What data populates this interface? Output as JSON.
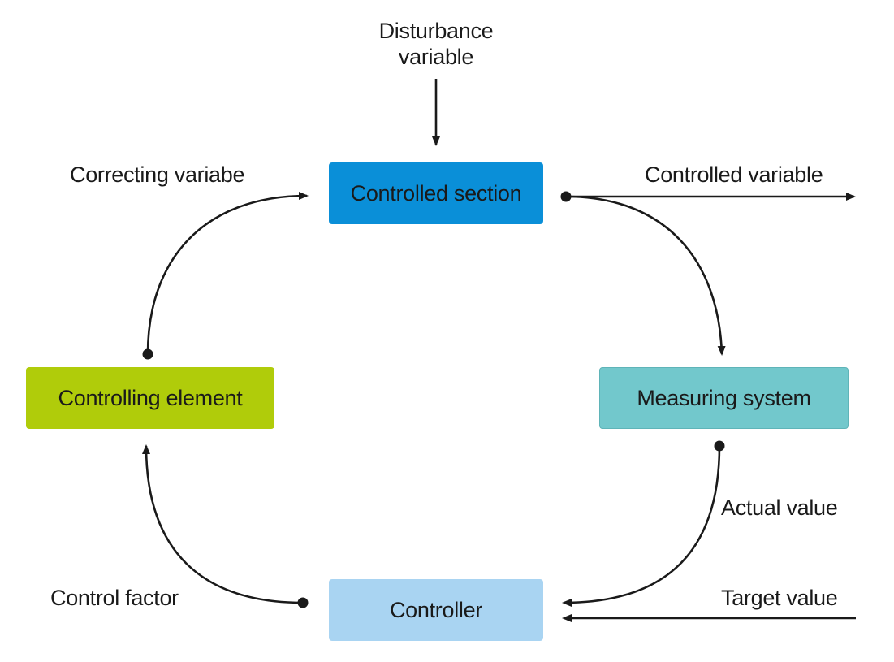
{
  "nodes": {
    "controlled_section": {
      "label": "Controlled section",
      "color": "#0a8fd8"
    },
    "controlling_element": {
      "label": "Controlling element",
      "color": "#b0cc0a"
    },
    "measuring_system": {
      "label": "Measuring system",
      "color": "#72c8cc"
    },
    "controller": {
      "label": "Controller",
      "color": "#a9d4f2"
    }
  },
  "edge_labels": {
    "disturbance": "Disturbance variable",
    "correcting": "Correcting variabe",
    "controlled_variable": "Controlled variable",
    "actual_value": "Actual value",
    "target_value": "Target value",
    "control_factor": "Control factor"
  },
  "edges": [
    {
      "from": "disturbance",
      "to": "controlled_section"
    },
    {
      "from": "controlled_section",
      "to": "controlled_variable"
    },
    {
      "from": "controlled_section",
      "to": "measuring_system"
    },
    {
      "from": "measuring_system",
      "to": "controller"
    },
    {
      "from": "target_value",
      "to": "controller"
    },
    {
      "from": "controller",
      "to": "controlling_element"
    },
    {
      "from": "controlling_element",
      "to": "controlled_section"
    }
  ],
  "line_color": "#1a1a1a"
}
